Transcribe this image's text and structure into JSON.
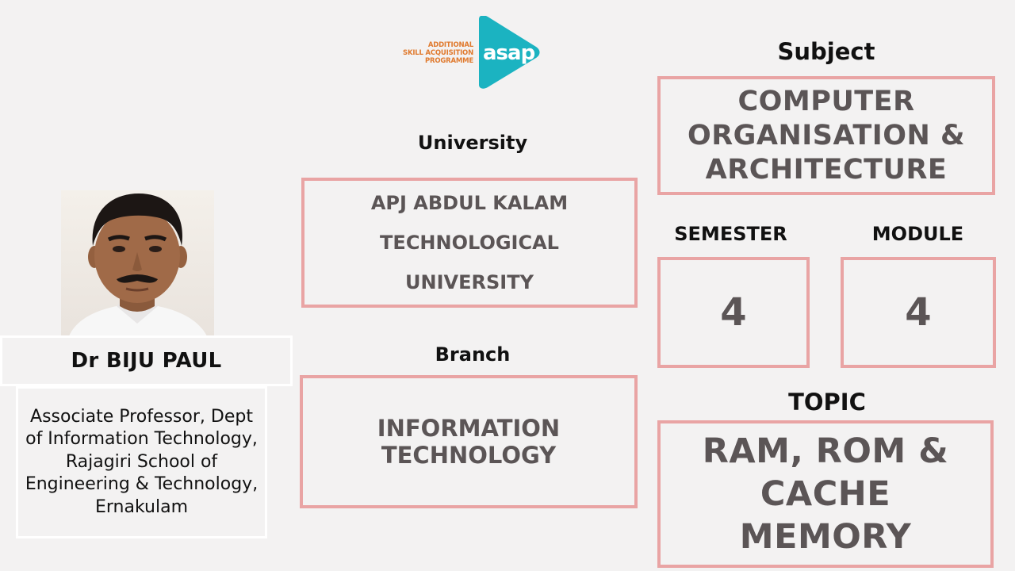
{
  "logo": {
    "tagline": [
      "ADDITIONAL",
      "SKILL ACQUISITION",
      "PROGRAMME"
    ],
    "word": "asap",
    "colors": {
      "teal": "#1bb3c1",
      "orange": "#e07a2e"
    }
  },
  "presenter": {
    "name": "Dr BIJU PAUL",
    "designation": "Associate Professor, Dept of Information Technology,  Rajagiri School of Engineering & Technology, Ernakulam"
  },
  "university": {
    "heading": "University",
    "lines": [
      "APJ ABDUL KALAM",
      "TECHNOLOGICAL",
      "UNIVERSITY"
    ]
  },
  "branch": {
    "heading": "Branch",
    "lines": [
      "INFORMATION",
      "TECHNOLOGY"
    ]
  },
  "subject": {
    "heading": "Subject",
    "lines": [
      "COMPUTER",
      "ORGANISATION &",
      "ARCHITECTURE"
    ]
  },
  "semester": {
    "heading": "SEMESTER",
    "value": "4"
  },
  "module": {
    "heading": "MODULE",
    "value": "4"
  },
  "topic": {
    "heading": "TOPIC",
    "lines": [
      "RAM, ROM &",
      "CACHE",
      "MEMORY"
    ]
  },
  "colors": {
    "background": "#f3f2f2",
    "box_border": "#e9a4a4",
    "box_text": "#5b5556",
    "heading_text": "#111111"
  }
}
